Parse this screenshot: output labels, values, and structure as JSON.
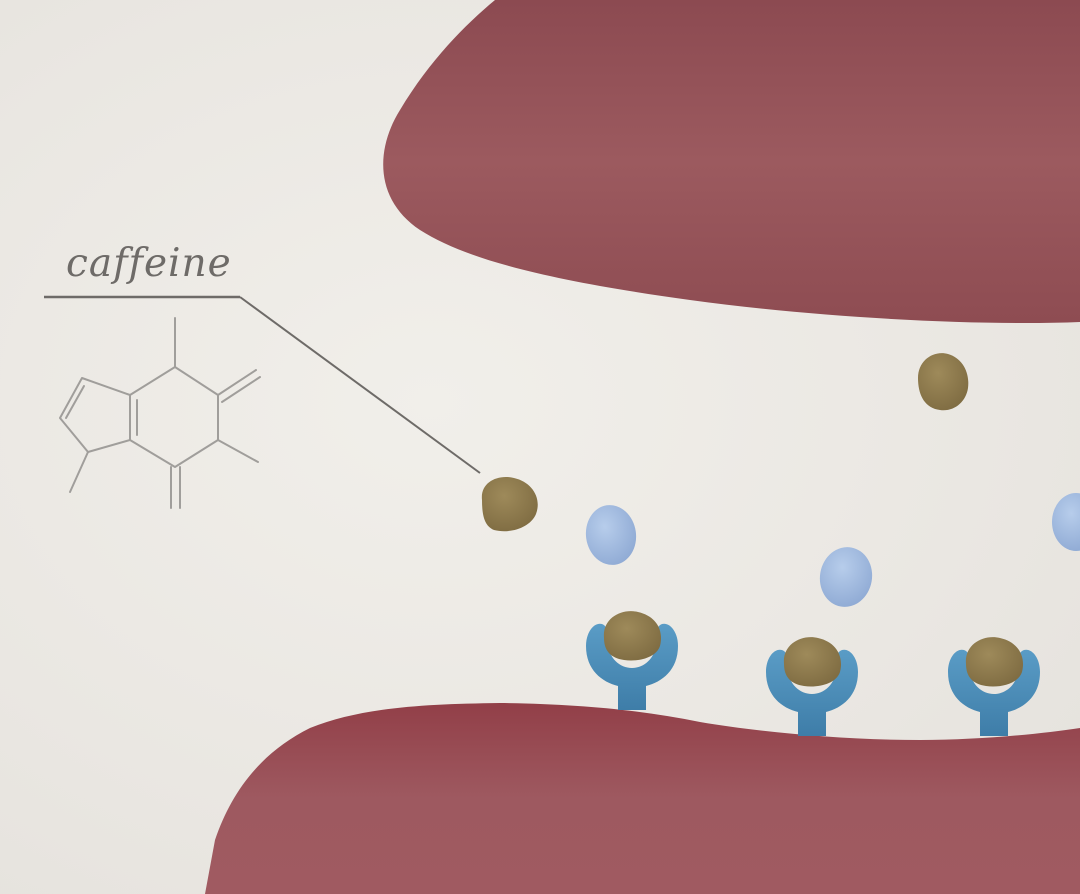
{
  "diagram": {
    "label": "caffeine",
    "colors": {
      "background": "#ECE9E4",
      "neuron": "#9A4E54",
      "neuron_dark": "#8A3E45",
      "caffeine": "#8E7A4C",
      "adenosine": "#9FB9DF",
      "receptor": "#4A8CB8",
      "line": "#6E6B68",
      "structure": "#A09E9B"
    },
    "elements": [
      {
        "kind": "presynaptic-neuron"
      },
      {
        "kind": "postsynaptic-neuron"
      },
      {
        "kind": "caffeine-molecule",
        "count": 5
      },
      {
        "kind": "adenosine-molecule",
        "count": 3
      },
      {
        "kind": "adenosine-receptor",
        "count": 3
      }
    ]
  }
}
